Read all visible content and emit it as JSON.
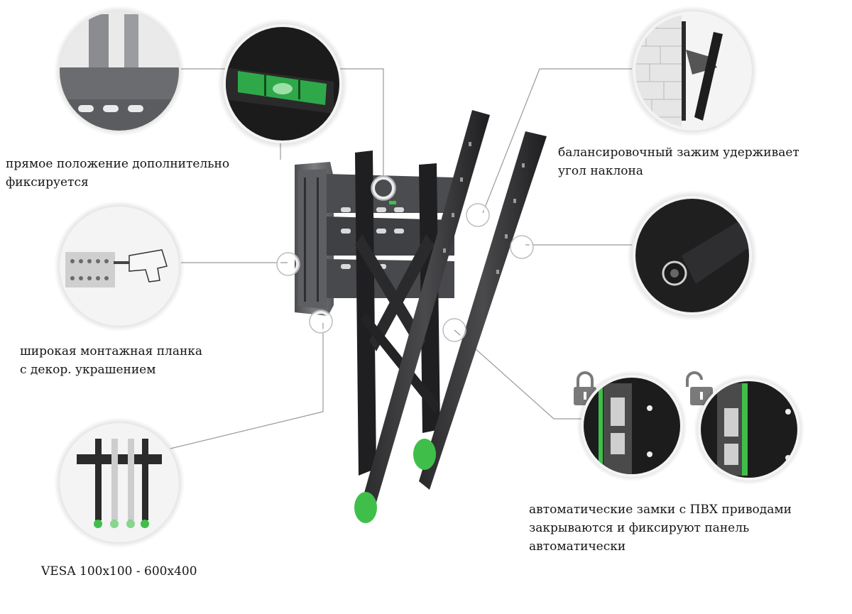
{
  "labels": {
    "level": {
      "line1": "прямое положение дополнительно",
      "line2": "фиксируется"
    },
    "wall_plate": {
      "line1": "широкая монтажная планка",
      "line2": "с декор. украшением"
    },
    "vesa": "VESA 100x100 - 600x400",
    "tilt_clamp": {
      "line1": "балансировочный зажим удерживает",
      "line2": "угол наклона"
    },
    "auto_locks": {
      "line1": "автоматические замки с ПВХ приводами",
      "line2": "закрываются и фиксируют панель",
      "line3": "автоматически"
    }
  },
  "colors": {
    "accent_green": "#3fbf4a",
    "bracket_black": "#1c1c1e",
    "wall_plate_grey": "#6b6d70",
    "callout_line": "#9a9a9a"
  },
  "icons": [
    "lock-closed-icon",
    "lock-open-icon",
    "drill-icon",
    "bubble-level-icon",
    "screw-icon"
  ]
}
